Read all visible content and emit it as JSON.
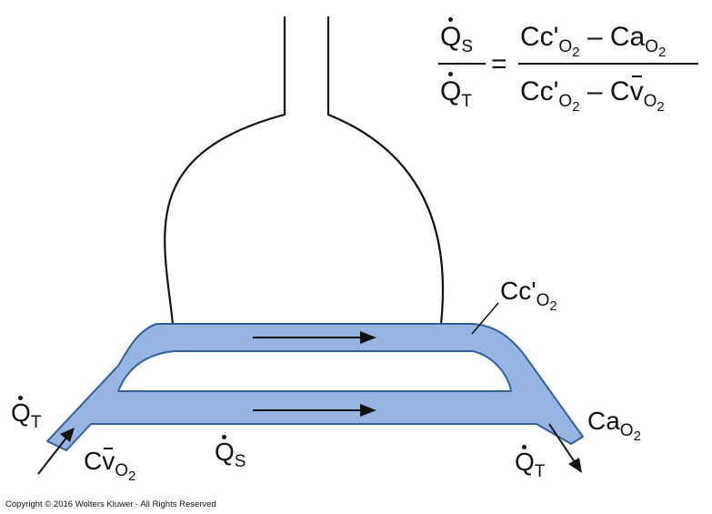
{
  "equation": {
    "lhs_numerator": "Q̇S",
    "lhs_denominator": "Q̇T",
    "equals": "=",
    "rhs_numerator": "Cc'O2 – CaO2",
    "rhs_denominator": "Cc'O2 – Cv̄O2"
  },
  "labels": {
    "end_capillary": "Cc'O2",
    "arterial": "CaO2",
    "mixed_venous": "Cv̄O2",
    "total_flow_in": "Q̇T",
    "total_flow_out": "Q̇T",
    "shunt_flow": "Q̇S"
  },
  "copyright": "Copyright © 2016 Wolters Kluwer · All Rights Reserved",
  "colors": {
    "vessel_fill": "#96b5e2",
    "vessel_stroke": "#2f5f9e",
    "ink": "#111111"
  }
}
